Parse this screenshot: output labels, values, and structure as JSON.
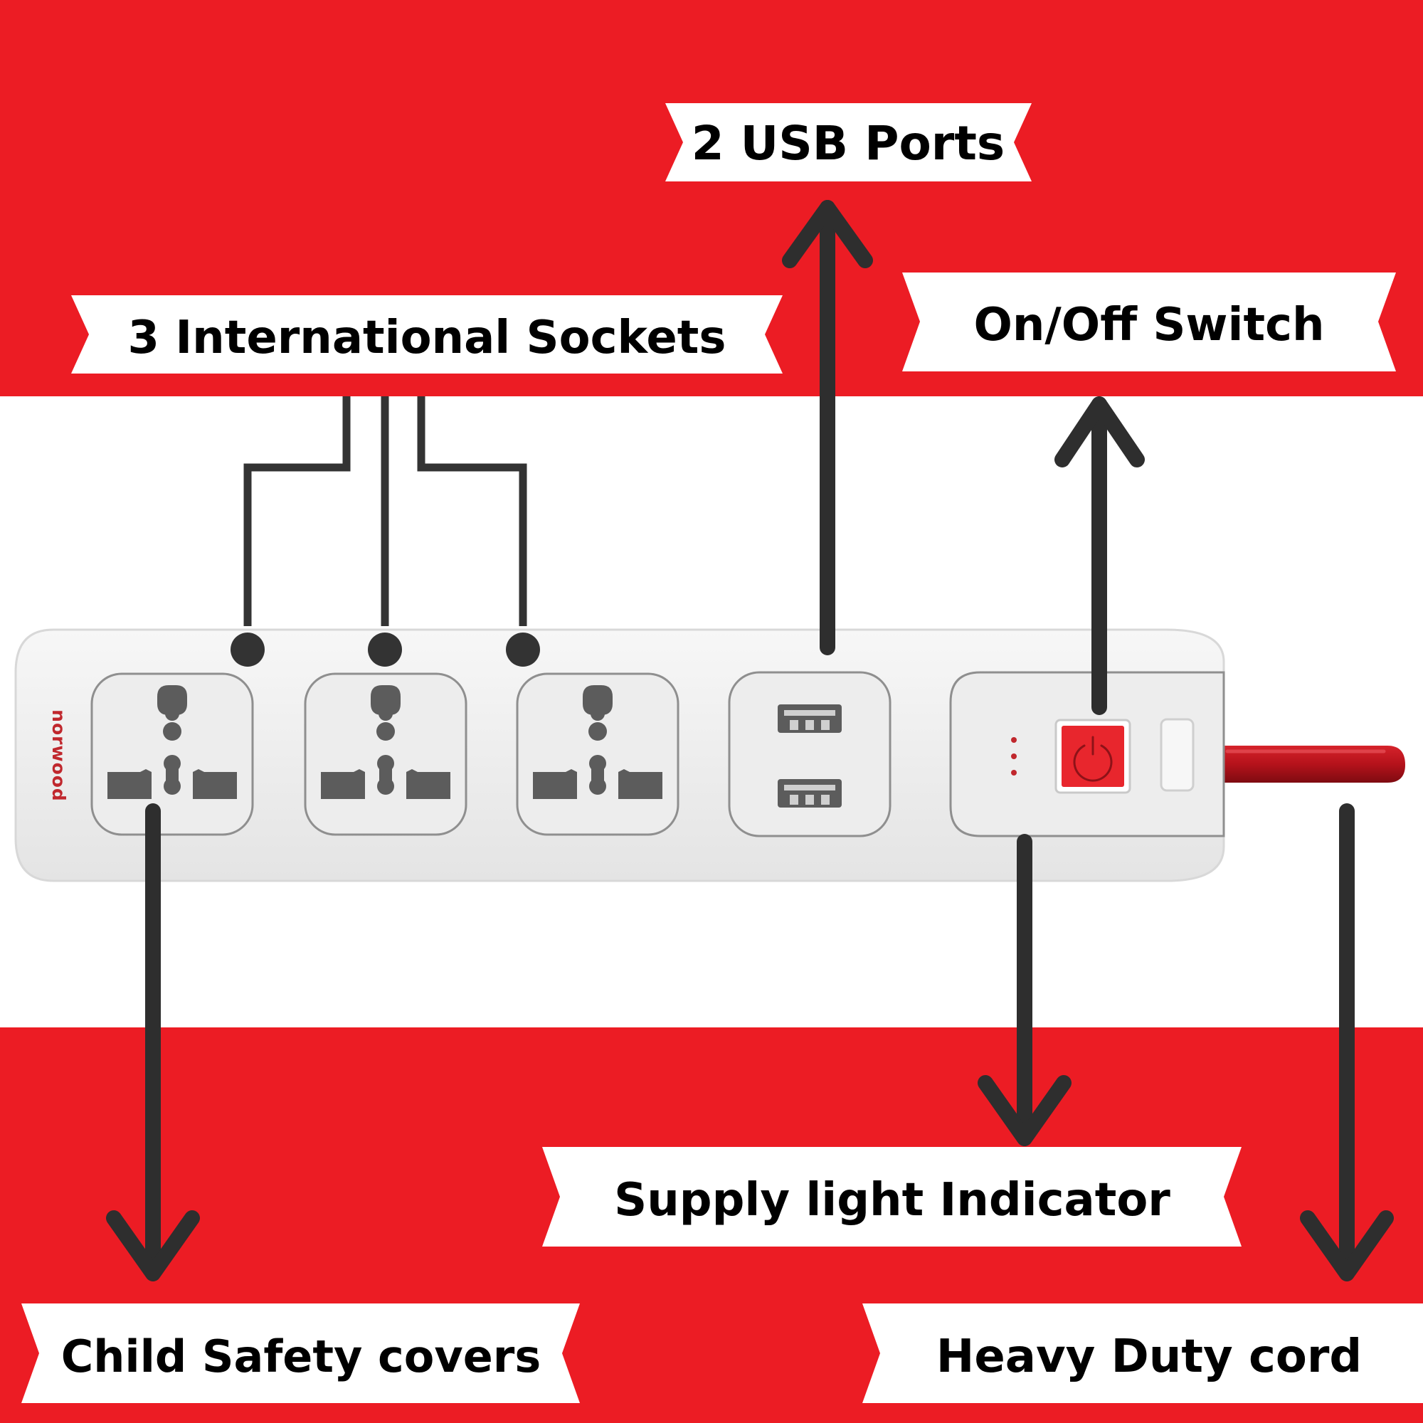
{
  "colors": {
    "brand_red": "#ec1c24",
    "arrow_dark": "#2e2e2e",
    "label_bg": "#ffffff",
    "label_text": "#000000",
    "strip_body": "#efefef",
    "socket_grey": "#5c5c5c",
    "switch_red": "#e8262d",
    "cord_red": "#b5121b",
    "brand_text": "#c0272d"
  },
  "labels": {
    "usb_ports": "2 USB Ports",
    "international_sockets": "3 International Sockets",
    "on_off_switch": "On/Off Switch",
    "supply_light_indicator": "Supply light Indicator",
    "child_safety_covers": "Child Safety covers",
    "heavy_duty_cord": "Heavy Duty cord"
  },
  "product": {
    "brand_name": "norwood",
    "socket_count": 3,
    "usb_port_count": 2,
    "indicator_dot_count": 3
  },
  "icons": {
    "power": "power-symbol-icon",
    "socket": "universal-socket-icon",
    "usb": "usb-port-icon",
    "arrow": "arrow-icon"
  }
}
